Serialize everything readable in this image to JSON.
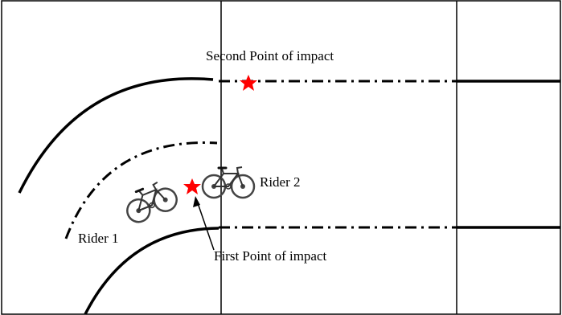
{
  "labels": {
    "second_impact": "Second Point of impact",
    "first_impact": "First Point of impact",
    "rider1": "Rider 1",
    "rider2": "Rider 2"
  },
  "icons": {
    "bicycle": "bicycle-icon",
    "impact_marker": "star-icon"
  },
  "colors": {
    "impact_marker": "#ff0000",
    "lines": "#000000"
  }
}
